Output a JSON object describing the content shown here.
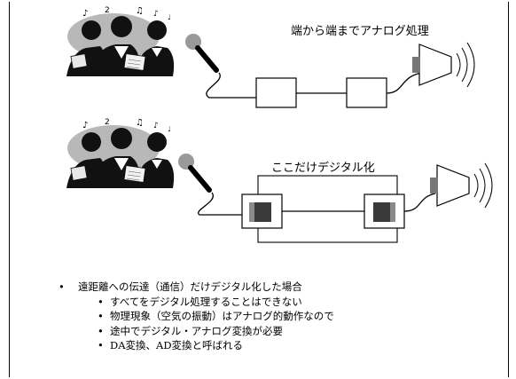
{
  "titles": {
    "analog": "端から端までアナログ処理",
    "digital": "ここだけデジタル化"
  },
  "bullets": {
    "main": "遠距離への伝達（通信）だけデジタル化した場合",
    "subs": [
      "すべてをデジタル処理することはできない",
      "物理現象（空気の振動）はアナログ的動作なので",
      "途中でデジタル・アナログ変換が必要",
      "DA変換、AD変換と呼ばれる"
    ]
  },
  "colors": {
    "ad_block": "#3a3a3a",
    "da_block": "#8a8a8a",
    "singer_cloud": "#b8b8b8"
  },
  "icons": [
    "singers-clipart",
    "microphone-icon",
    "loudspeaker-icon",
    "music-note-icon"
  ]
}
